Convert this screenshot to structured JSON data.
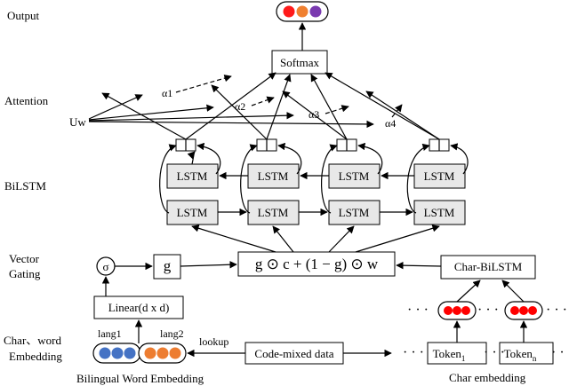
{
  "rows": {
    "output": "Output",
    "attention": "Attention",
    "bilstm": "BiLSTM",
    "vector_gating_line1": "Vector",
    "vector_gating_line2": "Gating",
    "embedding_line1": "Char、word",
    "embedding_line2": "Embedding"
  },
  "nodes": {
    "softmax": "Softmax",
    "uw": "Uw",
    "alpha1": "α1",
    "alpha2": "α2",
    "alpha3": "α3",
    "alpha4": "α4",
    "lstm": "LSTM",
    "sigma": "σ",
    "g": "g",
    "gating_formula": "g ⊙ c + (1 − g) ⊙ w",
    "char_bilstm": "Char-BiLSTM",
    "linear": "Linear(d x d)",
    "lang1": "lang1",
    "lang2": "lang2",
    "lookup": "lookup",
    "code_mixed": "Code-mixed data",
    "token1": "Token",
    "token1_sub": "1",
    "tokenn": "Token",
    "tokenn_sub": "n",
    "ellipsis": "· · ·"
  },
  "captions": {
    "bilingual": "Bilingual Word Embedding",
    "char_embedding": "Char embedding"
  },
  "colors": {
    "output_dots": [
      "#ff1a1a",
      "#f08030",
      "#7a3ab0"
    ],
    "blue_dots": "#4472c4",
    "orange_dots": "#ed7d31",
    "red_dots": "#ff0000"
  }
}
